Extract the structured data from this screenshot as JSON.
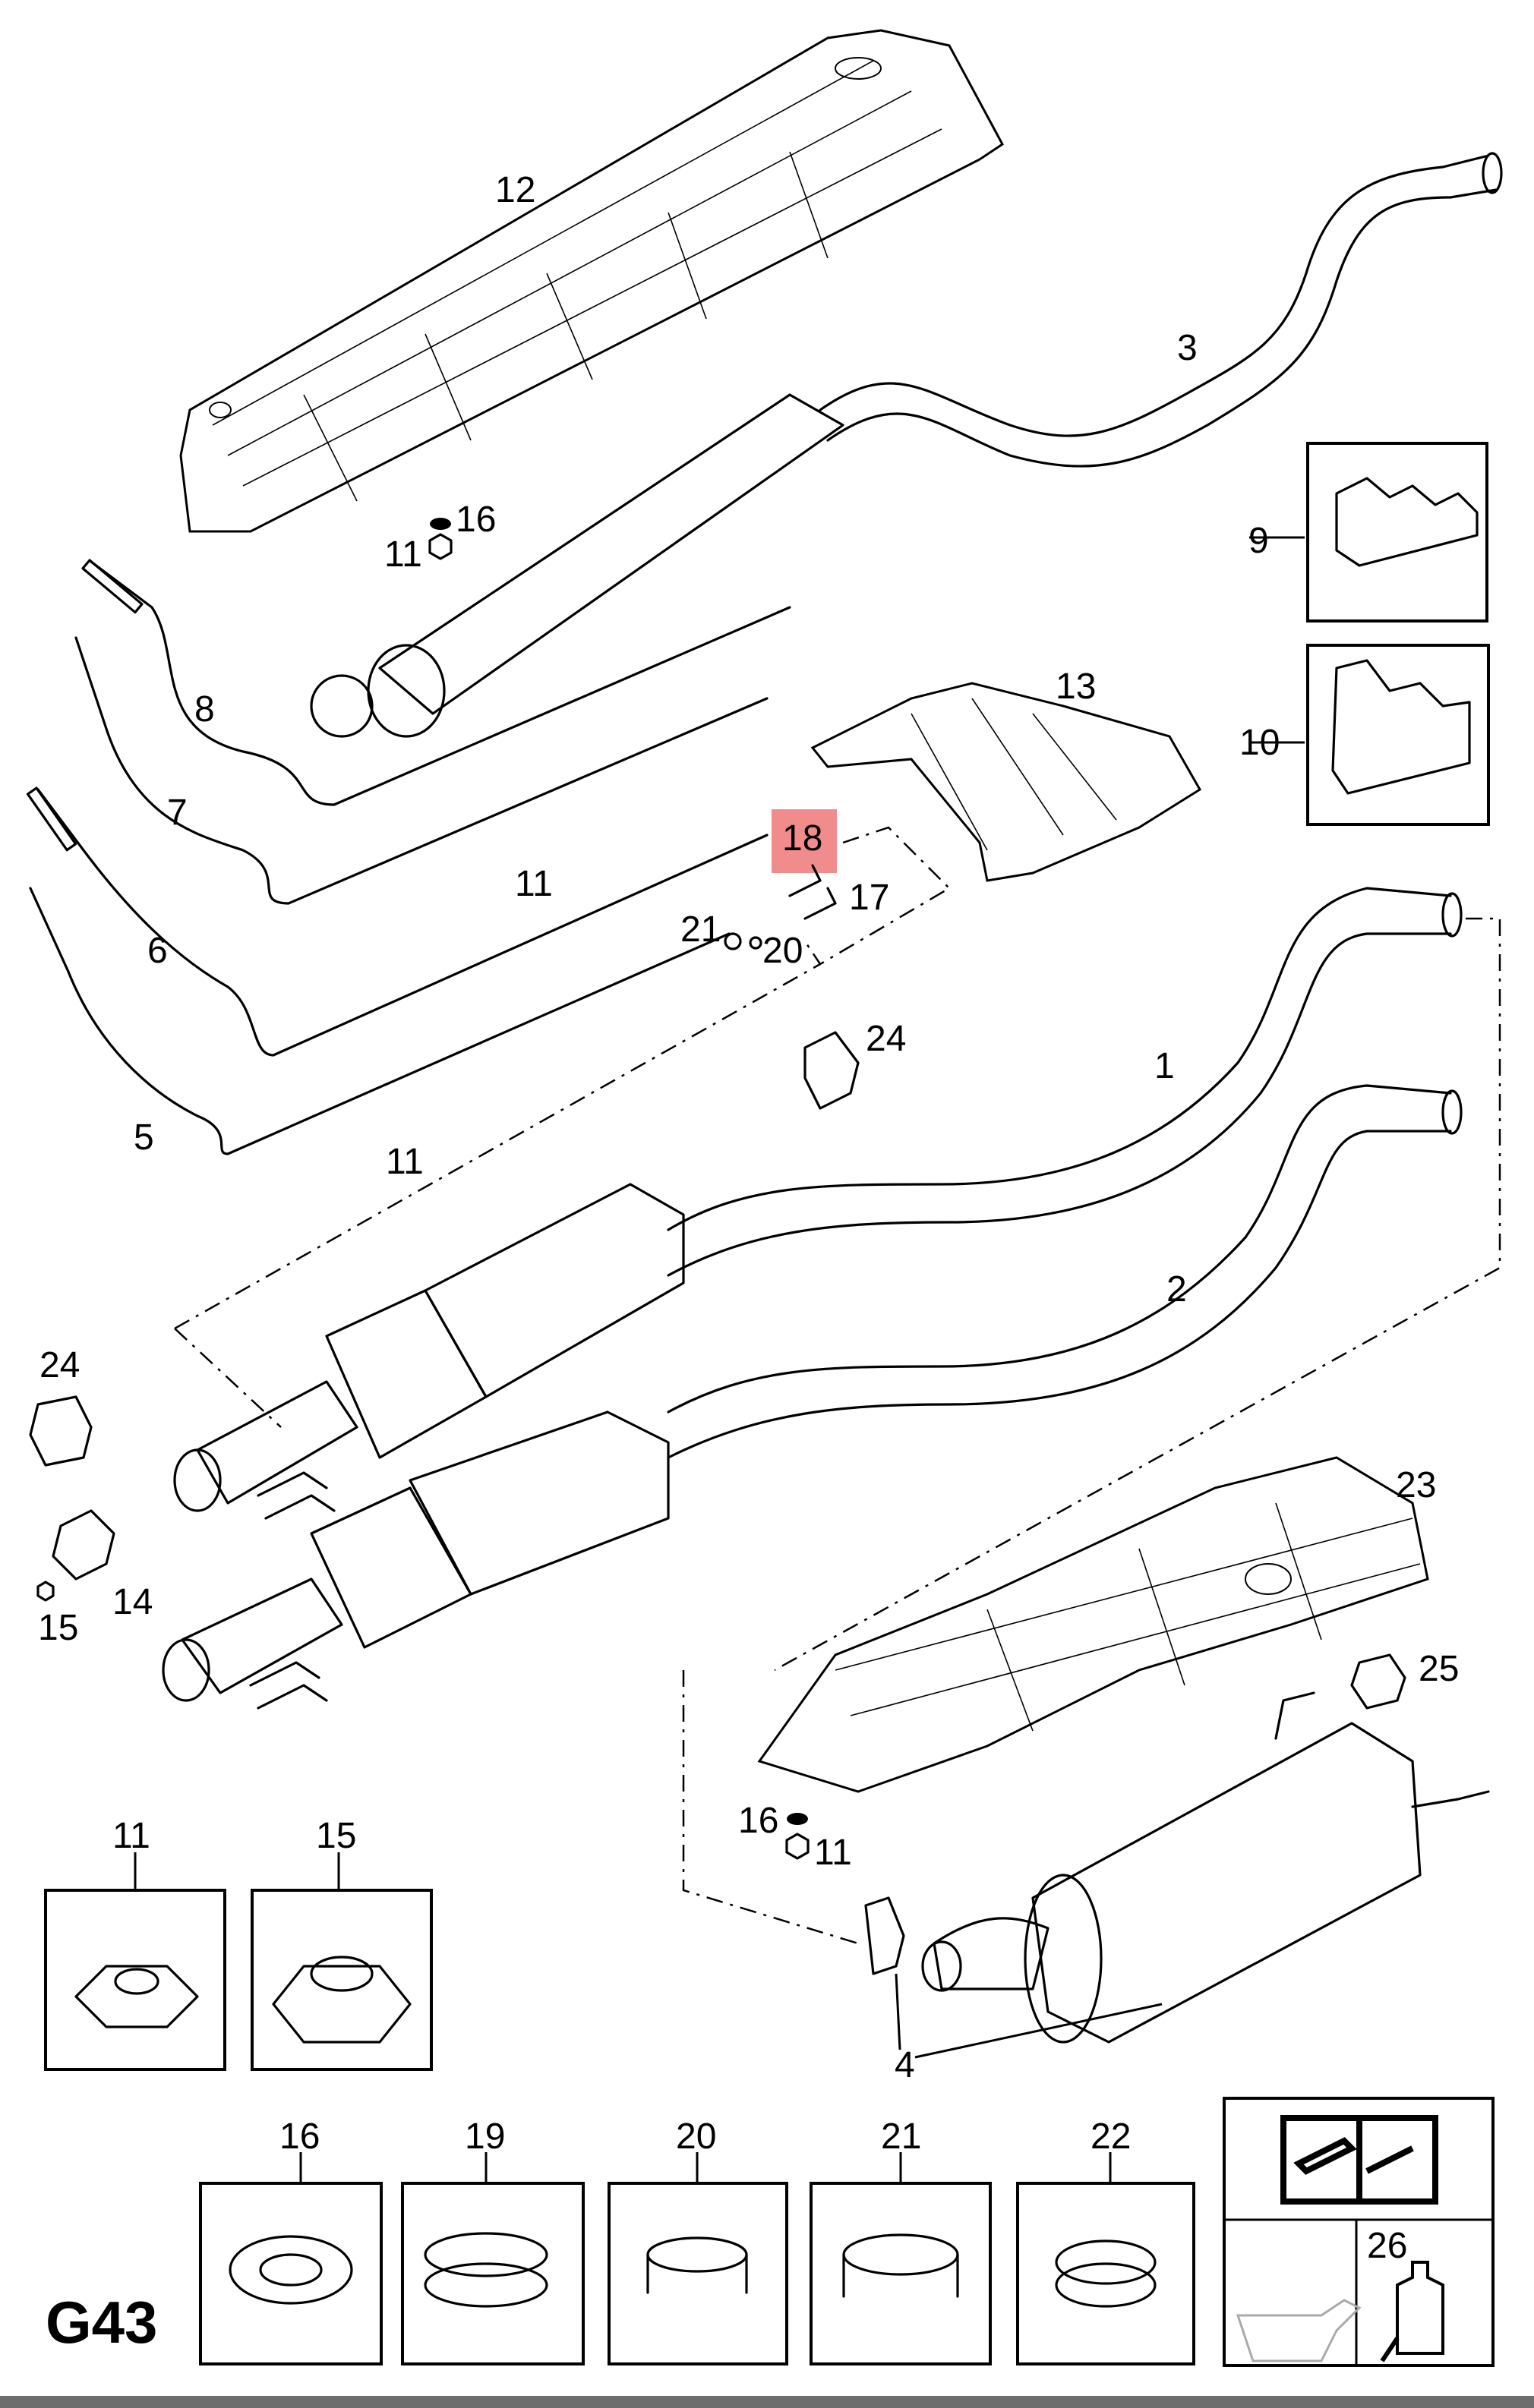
{
  "diagram": {
    "page_code": "G43",
    "highlight_color": "#f08080",
    "callouts": {
      "c1": "1",
      "c2": "2",
      "c3": "3",
      "c4": "4",
      "c5": "5",
      "c6": "6",
      "c7": "7",
      "c8": "8",
      "c9": "9",
      "c10": "10",
      "c12": "12",
      "c13": "13",
      "c14": "14",
      "c17": "17",
      "c18": "18",
      "c20": "20",
      "c21": "21",
      "c23": "23",
      "c25": "25",
      "c11a": "11",
      "c11b": "11",
      "c11c": "11",
      "c11d": "11",
      "c11e": "11",
      "c15a": "15",
      "c15b": "15",
      "c16a": "16",
      "c16b": "16",
      "c16c": "16",
      "c24a": "24",
      "c24b": "24",
      "c19": "19",
      "c22": "22",
      "c20b": "20",
      "c21b": "21",
      "c26": "26"
    },
    "icons": [
      "repair-manual-icon",
      "oil-can-icon",
      "sealant-tube-icon"
    ]
  }
}
